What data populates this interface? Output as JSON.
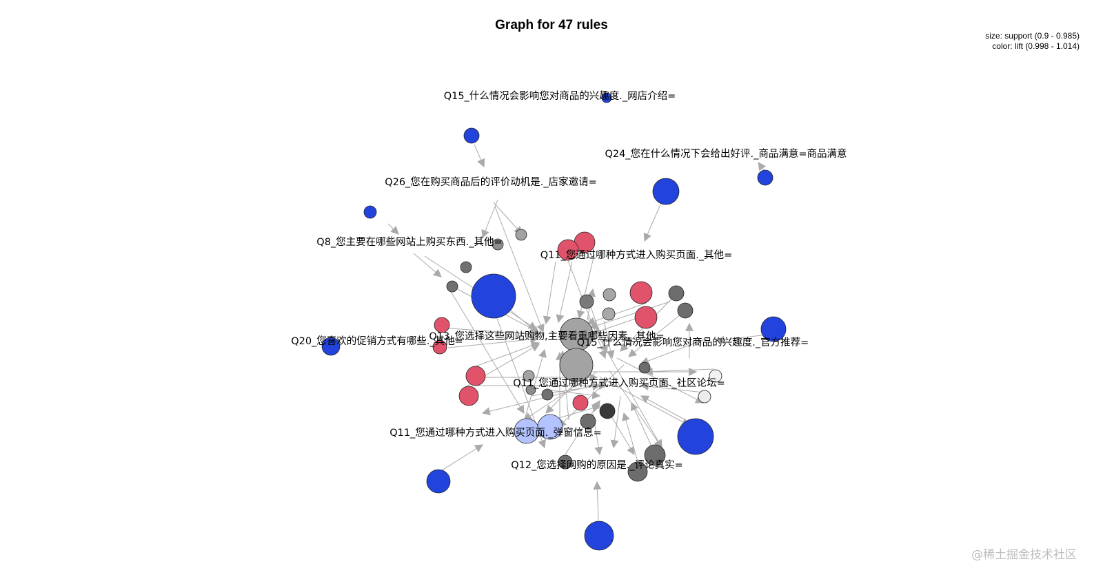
{
  "title": "Graph for 47 rules",
  "legend": {
    "size": "size: support (0.9 - 0.985)",
    "color": "color: lift (0.998 - 1.014)"
  },
  "item_labels": [
    "Q15_什么情况会影响您对商品的兴趣度._网店介绍=",
    "Q24_您在什么情况下会给出好评._商品满意=商品满意",
    "Q26_您在购买商品后的评价动机是._店家邀请=",
    "Q8_您主要在哪些网站上购买东西._其他=",
    "Q11_您通过哪种方式进入购买页面._其他=",
    "Q13_您选择这些网站购物,主要看重哪些因素._其他=",
    "Q20_您喜欢的促销方式有哪些._其他=",
    "Q15_什么情况会影响您对商品的兴趣度._官方推荐=",
    "Q11_您通过哪种方式进入购买页面._社区论坛=",
    "Q11_您通过哪种方式进入购买页面._弹窗信息=",
    "Q12_您选择网购的原因是._评论真实="
  ],
  "colors": {
    "low_lift": "#2244dd",
    "mid_lift": "#a8a8a8",
    "high_lift": "#e0536b",
    "edge": "#aaaaaa"
  },
  "watermark": "@稀土掘金技术社区"
}
